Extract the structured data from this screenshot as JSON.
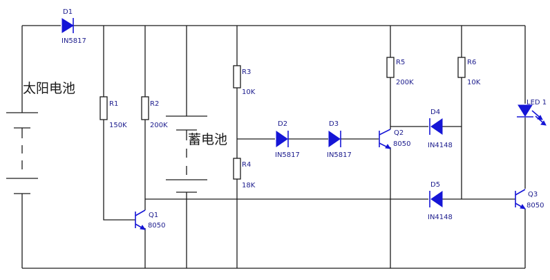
{
  "labels": {
    "solar_panel": "太阳电池",
    "storage_battery": "蓄电池"
  },
  "components": {
    "D1": {
      "ref": "D1",
      "value": "IN5817"
    },
    "D2": {
      "ref": "D2",
      "value": "IN5817"
    },
    "D3": {
      "ref": "D3",
      "value": "IN5817"
    },
    "D4": {
      "ref": "D4",
      "value": "IN4148"
    },
    "D5": {
      "ref": "D5",
      "value": "IN4148"
    },
    "R1": {
      "ref": "R1",
      "value": "150K"
    },
    "R2": {
      "ref": "R2",
      "value": "200K"
    },
    "R3": {
      "ref": "R3",
      "value": "10K"
    },
    "R4": {
      "ref": "R4",
      "value": "18K"
    },
    "R5": {
      "ref": "R5",
      "value": "200K"
    },
    "R6": {
      "ref": "R6",
      "value": "10K"
    },
    "Q1": {
      "ref": "Q1",
      "value": "8050"
    },
    "Q2": {
      "ref": "Q2",
      "value": "8050"
    },
    "Q3": {
      "ref": "Q3",
      "value": "8050"
    },
    "LED1": {
      "ref": "LED 1"
    }
  },
  "colors": {
    "wire": "#1a1a1a",
    "semiconductor": "#1515d6",
    "label": "#1a1a8c"
  }
}
